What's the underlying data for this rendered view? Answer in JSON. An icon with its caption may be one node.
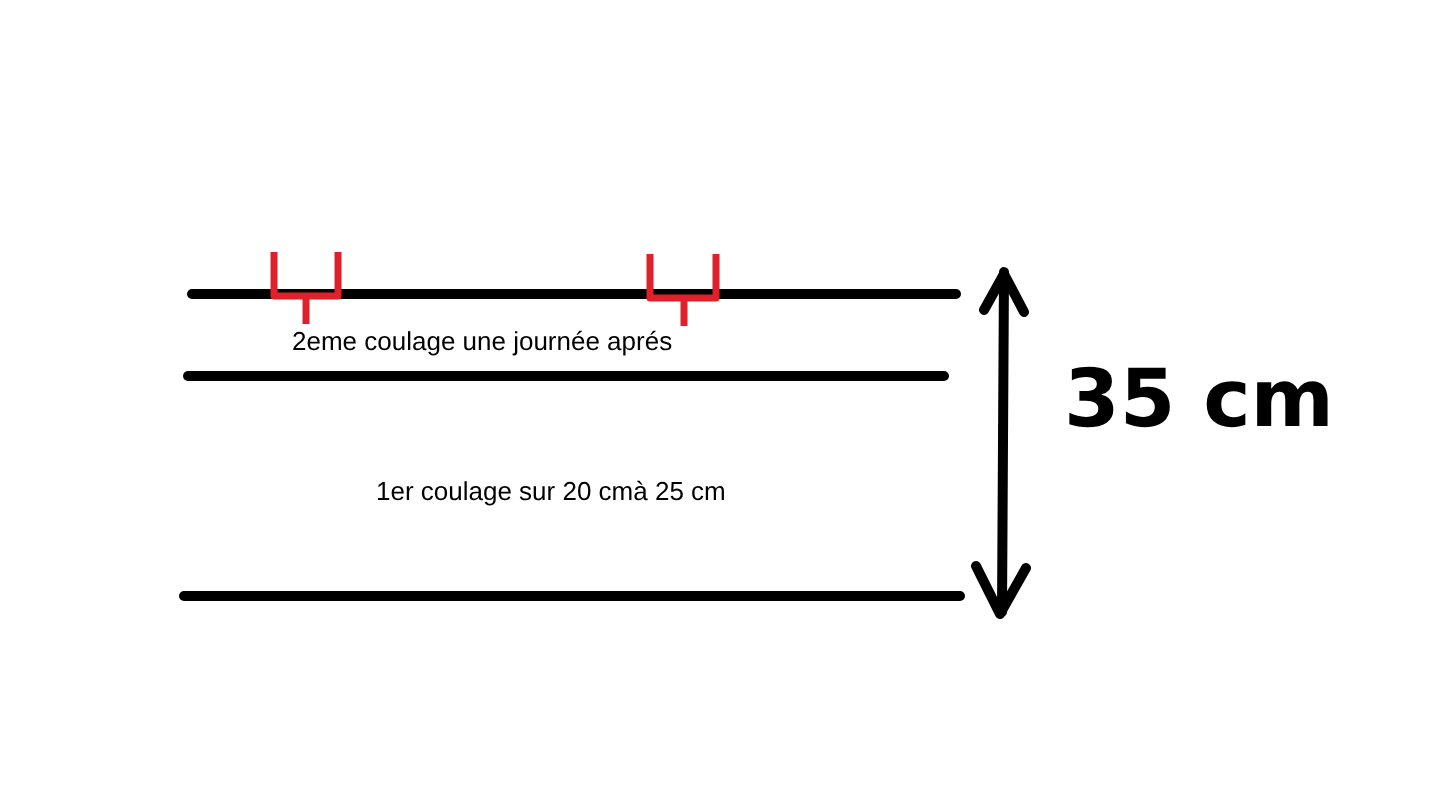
{
  "diagram": {
    "labels": [
      "2eme coulage une journée aprés",
      "1er coulage sur 20 cmà 25 cm",
      "35 cm"
    ]
  }
}
